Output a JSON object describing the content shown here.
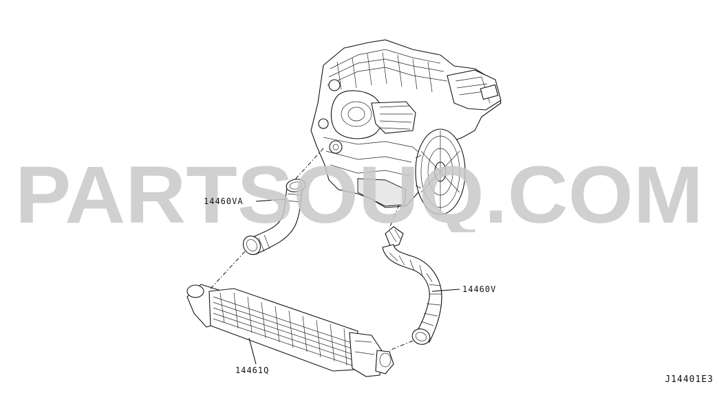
{
  "parts": [
    {
      "id": "hose-upper",
      "label": "14460VA"
    },
    {
      "id": "hose-lower",
      "label": "14460V"
    },
    {
      "id": "intercooler",
      "label": "14461Q"
    }
  ],
  "diagram_code": "J14401E3",
  "watermark": "PARTSOUQ.COM",
  "colors": {
    "line": "#111111",
    "watermark": "#c8c8c8",
    "background": "#ffffff"
  }
}
